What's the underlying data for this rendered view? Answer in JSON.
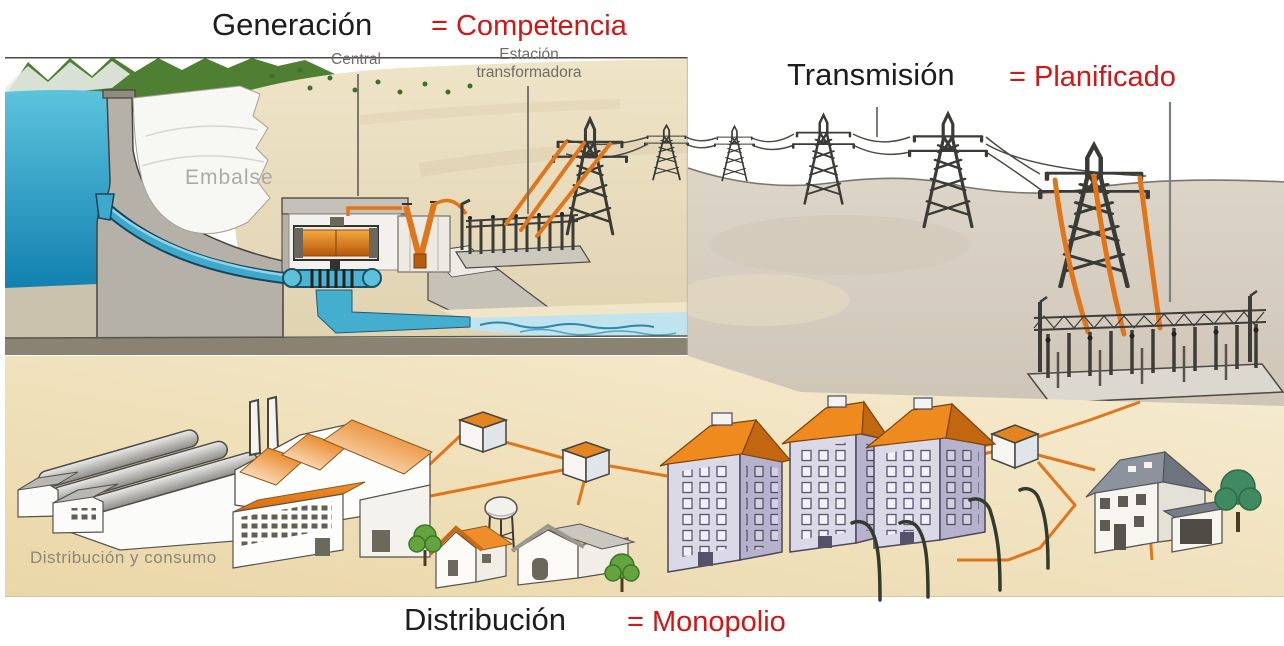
{
  "stages": [
    {
      "label": "Generación",
      "regime": "= Competencia"
    },
    {
      "label": "Transmisión",
      "regime": "= Planificado"
    },
    {
      "label": "Distribución",
      "regime": "= Monopolio"
    }
  ],
  "captions": {
    "central": "Central",
    "estacion_linea1": "Estación",
    "estacion_linea2": "transformadora",
    "embalse": "Embalse",
    "distribucion_consumo": "Distribución y consumo"
  },
  "colors": {
    "stage_text": "#1d1d1d",
    "regime_text": "#d21616",
    "caption_text": "#6f6d66",
    "power_cable_orange": "#e0761c",
    "water_blue": "#3fa9cb",
    "city_background": "#ecdcb2"
  }
}
